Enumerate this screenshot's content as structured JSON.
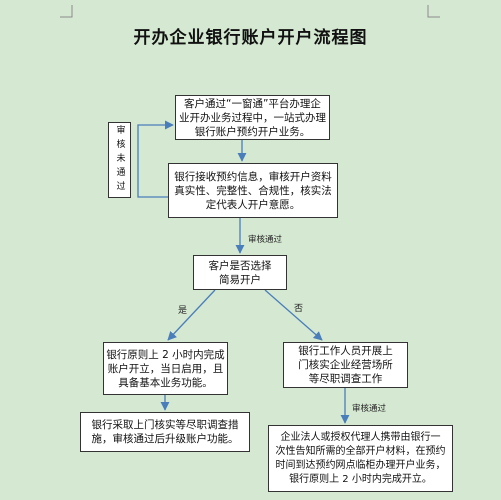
{
  "document": {
    "title": "开办企业银行账户开户流程图"
  },
  "nodes": {
    "apply": {
      "lines": [
        "客户通过“一窗通”平台办理企",
        "业开办业务过程中，一站式办理",
        "银行账户预约开户业务。"
      ]
    },
    "review": {
      "lines": [
        "银行接收预约信息，审核开户资料",
        "真实性、完整性、合规性，核实法",
        "定代表人开户意愿。"
      ]
    },
    "decision": {
      "lines": [
        "客户是否选择",
        "简易开户"
      ]
    },
    "simple_open": {
      "lines": [
        "银行原则上 2 小时内完成",
        "账户开立，当日启用，且",
        "具备基本业务功能。"
      ]
    },
    "onsite_check": {
      "lines": [
        "银行工作人员开展上",
        "门核实企业经营场所",
        "等尽职调查工作"
      ]
    },
    "upgrade": {
      "lines": [
        "银行采取上门核实等尽职调查措",
        "施，审核通过后升级账户功能。"
      ]
    },
    "counter_open": {
      "lines": [
        "企业法人或授权代理人携带由银行一",
        "次性告知所需的全部开户材料，在预约",
        "时间到达预约网点临柜办理开户业务，",
        "银行原则上 2 小时内完成开立。"
      ]
    }
  },
  "edge_labels": {
    "rejected": "审核未通过",
    "approved_1": "审核通过",
    "yes": "是",
    "no": "否",
    "approved_2": "审核通过"
  },
  "colors": {
    "background": "#d5e9d2",
    "connector": "#4a7ebb",
    "border": "#333333"
  }
}
